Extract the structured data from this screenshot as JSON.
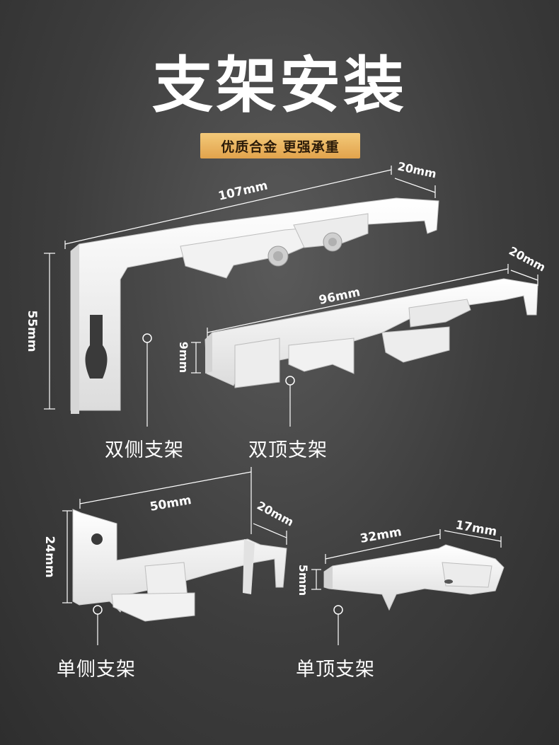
{
  "title": "支架安装",
  "subtitle": "优质合金 更强承重",
  "products": [
    {
      "label": "双侧支架",
      "dims": [
        "107mm",
        "20mm",
        "55mm"
      ]
    },
    {
      "label": "双顶支架",
      "dims": [
        "96mm",
        "20mm",
        "9mm"
      ]
    },
    {
      "label": "单侧支架",
      "dims": [
        "50mm",
        "20mm",
        "24mm"
      ]
    },
    {
      "label": "单顶支架",
      "dims": [
        "32mm",
        "17mm",
        "5mm"
      ]
    }
  ],
  "colors": {
    "accent": "#e9b261",
    "background": "#3d3d3d",
    "product": "#f4f4f4"
  }
}
